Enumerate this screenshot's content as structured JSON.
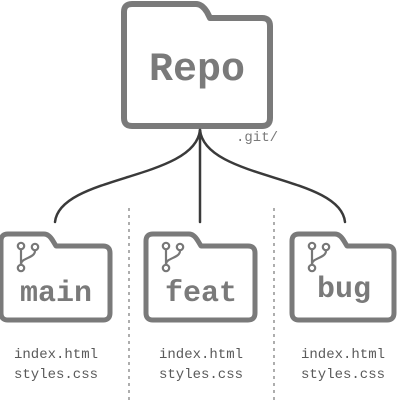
{
  "repo": {
    "label": "Repo",
    "git_dir_label": ".git/"
  },
  "branches": [
    {
      "label": "main",
      "icon": "git-branch-icon",
      "files": [
        "index.html",
        "styles.css"
      ]
    },
    {
      "label": "feat",
      "icon": "git-branch-icon",
      "files": [
        "index.html",
        "styles.css"
      ]
    },
    {
      "label": "bug",
      "icon": "git-branch-icon",
      "files": [
        "index.html",
        "styles.css"
      ]
    }
  ],
  "colors": {
    "folder_stroke": "#7a7a7a",
    "connector": "#3a3a3a",
    "text": "#7a7a7a",
    "file_text": "#5a5a5a"
  }
}
